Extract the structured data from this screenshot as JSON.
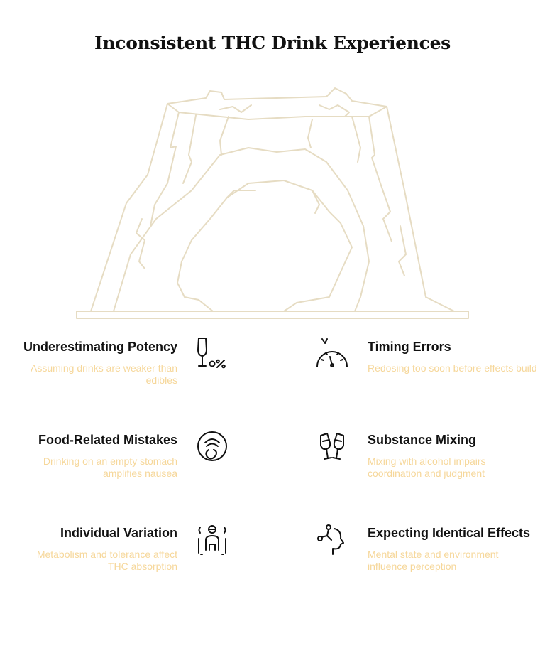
{
  "title": "Inconsistent THC Drink Experiences",
  "colors": {
    "heading": "#111111",
    "description": "#f6d79a",
    "illustration_stroke": "#e6dcc3"
  },
  "items": [
    {
      "heading": "Underestimating Potency",
      "description": "Assuming drinks are weaker than edibles",
      "icon": "glass-percentage-icon"
    },
    {
      "heading": "Timing Errors",
      "description": "Redosing too soon before effects build",
      "icon": "gauge-timer-icon"
    },
    {
      "heading": "Food-Related Mistakes",
      "description": "Drinking on an empty stomach amplifies nausea",
      "icon": "stomach-icon"
    },
    {
      "heading": "Substance Mixing",
      "description": "Mixing with alcohol impairs coordination and judgment",
      "icon": "champagne-toast-icon"
    },
    {
      "heading": "Individual Variation",
      "description": "Metabolism and tolerance affect THC absorption",
      "icon": "person-variation-icon"
    },
    {
      "heading": "Expecting Identical Effects",
      "description": "Mental state and environment influence perception",
      "icon": "head-mind-icon"
    }
  ]
}
